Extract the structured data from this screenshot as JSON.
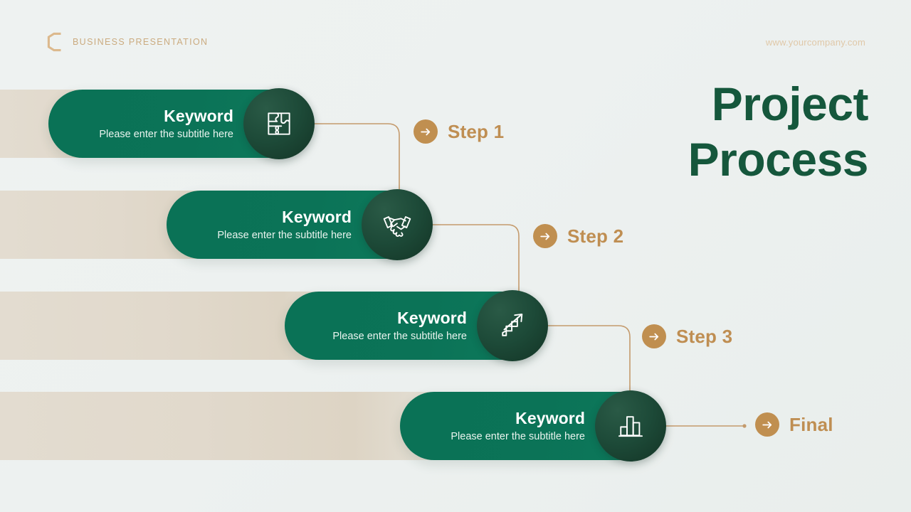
{
  "header": {
    "logo_icon": "hexagon-c-logo",
    "brand": "BUSINESS PRESENTATION",
    "url": "www.yourcompany.com"
  },
  "title": {
    "line1": "Project",
    "line2": "Process"
  },
  "colors": {
    "background": "#edf1f0",
    "card_green": "#0b7357",
    "icon_circle_dark": "#1d4a38",
    "accent_tan": "#bf8e52",
    "band_beige": "#e1d9cc",
    "title_green": "#15573c",
    "brand_tan": "#cbab7f"
  },
  "cards": [
    {
      "keyword": "Keyword",
      "subtitle": "Please enter the subtitle here",
      "icon": "puzzle-piece-icon"
    },
    {
      "keyword": "Keyword",
      "subtitle": "Please enter the subtitle here",
      "icon": "handshake-icon"
    },
    {
      "keyword": "Keyword",
      "subtitle": "Please enter the subtitle here",
      "icon": "stairs-growth-arrow-icon"
    },
    {
      "keyword": "Keyword",
      "subtitle": "Please enter the subtitle here",
      "icon": "bar-chart-icon"
    }
  ],
  "steps": [
    {
      "label": "Step 1",
      "icon": "arrow-right-icon"
    },
    {
      "label": "Step 2",
      "icon": "arrow-right-icon"
    },
    {
      "label": "Step 3",
      "icon": "arrow-right-icon"
    },
    {
      "label": "Final",
      "icon": "arrow-right-icon"
    }
  ]
}
